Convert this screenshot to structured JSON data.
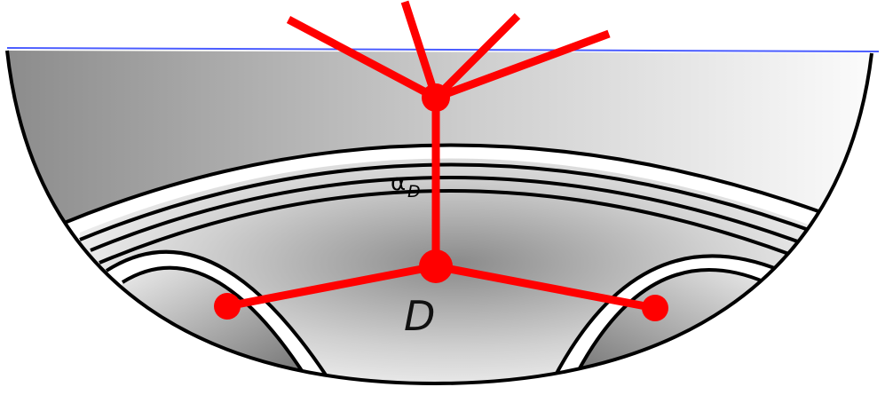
{
  "labels": {
    "alpha": "α",
    "alpha_sub": "D",
    "region": "D"
  },
  "colors": {
    "tree": "#ff0000",
    "boundary_line": "#4a5cff",
    "outline": "#000000",
    "shade_dark": "#808080",
    "shade_light": "#ffffff"
  }
}
